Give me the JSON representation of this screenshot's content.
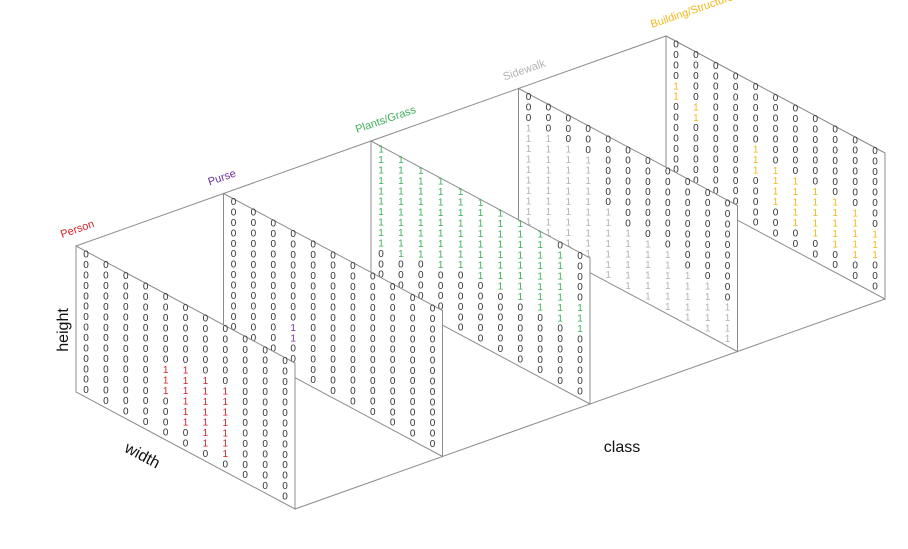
{
  "axes": {
    "height_label": "height",
    "width_label": "width",
    "class_label": "class"
  },
  "grid": {
    "rows": 14,
    "cols": 11
  },
  "colors": {
    "zero": "#333333",
    "edge": "#8c8c8c"
  },
  "classes": [
    {
      "name": "Person",
      "color": "#d9222a",
      "ones": [
        [
          6,
          5
        ],
        [
          6,
          6
        ],
        [
          6,
          7
        ],
        [
          7,
          4
        ],
        [
          7,
          5
        ],
        [
          7,
          6
        ],
        [
          7,
          7
        ],
        [
          8,
          4
        ],
        [
          8,
          5
        ],
        [
          8,
          6
        ],
        [
          8,
          7
        ],
        [
          9,
          4
        ],
        [
          9,
          5
        ],
        [
          9,
          6
        ],
        [
          9,
          7
        ],
        [
          10,
          5
        ],
        [
          10,
          6
        ],
        [
          10,
          7
        ],
        [
          11,
          5
        ],
        [
          11,
          6
        ],
        [
          11,
          7
        ],
        [
          12,
          6
        ],
        [
          12,
          7
        ]
      ]
    },
    {
      "name": "Purse",
      "color": "#7030a0",
      "ones": [
        [
          9,
          3
        ],
        [
          10,
          3
        ]
      ]
    },
    {
      "name": "Plants/Grass",
      "color": "#3cb058",
      "ones": [
        [
          0,
          0
        ],
        [
          0,
          1
        ],
        [
          0,
          2
        ],
        [
          0,
          3
        ],
        [
          0,
          4
        ],
        [
          0,
          5
        ],
        [
          0,
          6
        ],
        [
          0,
          7
        ],
        [
          0,
          8
        ],
        [
          1,
          0
        ],
        [
          1,
          1
        ],
        [
          1,
          2
        ],
        [
          1,
          3
        ],
        [
          1,
          4
        ],
        [
          1,
          5
        ],
        [
          1,
          6
        ],
        [
          1,
          7
        ],
        [
          1,
          8
        ],
        [
          1,
          9
        ],
        [
          2,
          0
        ],
        [
          2,
          1
        ],
        [
          2,
          2
        ],
        [
          2,
          3
        ],
        [
          2,
          4
        ],
        [
          2,
          5
        ],
        [
          2,
          6
        ],
        [
          2,
          7
        ],
        [
          2,
          8
        ],
        [
          2,
          9
        ],
        [
          3,
          0
        ],
        [
          3,
          1
        ],
        [
          3,
          2
        ],
        [
          3,
          3
        ],
        [
          3,
          4
        ],
        [
          3,
          5
        ],
        [
          3,
          6
        ],
        [
          3,
          7
        ],
        [
          3,
          8
        ],
        [
          3,
          9
        ],
        [
          4,
          0
        ],
        [
          4,
          1
        ],
        [
          4,
          2
        ],
        [
          4,
          3
        ],
        [
          4,
          4
        ],
        [
          4,
          5
        ],
        [
          4,
          6
        ],
        [
          4,
          7
        ],
        [
          4,
          8
        ],
        [
          4,
          9
        ],
        [
          5,
          0
        ],
        [
          5,
          1
        ],
        [
          5,
          2
        ],
        [
          5,
          3
        ],
        [
          5,
          4
        ],
        [
          5,
          5
        ],
        [
          5,
          6
        ],
        [
          5,
          7
        ],
        [
          5,
          8
        ],
        [
          5,
          9
        ],
        [
          5,
          10
        ],
        [
          6,
          0
        ],
        [
          6,
          1
        ],
        [
          6,
          2
        ],
        [
          6,
          3
        ],
        [
          6,
          4
        ],
        [
          6,
          5
        ],
        [
          6,
          6
        ],
        [
          6,
          7
        ],
        [
          6,
          8
        ],
        [
          6,
          9
        ],
        [
          6,
          10
        ],
        [
          7,
          0
        ],
        [
          7,
          1
        ],
        [
          7,
          2
        ],
        [
          7,
          3
        ],
        [
          7,
          4
        ],
        [
          7,
          5
        ],
        [
          7,
          6
        ],
        [
          7,
          7
        ],
        [
          7,
          8
        ],
        [
          7,
          9
        ],
        [
          7,
          10
        ],
        [
          8,
          0
        ],
        [
          8,
          1
        ],
        [
          8,
          2
        ],
        [
          8,
          3
        ],
        [
          9,
          0
        ],
        [
          9,
          1
        ]
      ]
    },
    {
      "name": "Sidewalk",
      "color": "#b3b3b3",
      "ones": [
        [
          3,
          0
        ],
        [
          3,
          1
        ],
        [
          3,
          2
        ],
        [
          3,
          3
        ],
        [
          4,
          0
        ],
        [
          4,
          1
        ],
        [
          4,
          2
        ],
        [
          4,
          3
        ],
        [
          5,
          0
        ],
        [
          5,
          1
        ],
        [
          5,
          2
        ],
        [
          5,
          3
        ],
        [
          6,
          0
        ],
        [
          6,
          1
        ],
        [
          6,
          2
        ],
        [
          6,
          3
        ],
        [
          7,
          0
        ],
        [
          7,
          1
        ],
        [
          7,
          2
        ],
        [
          7,
          3
        ],
        [
          7,
          4
        ],
        [
          8,
          0
        ],
        [
          8,
          1
        ],
        [
          8,
          2
        ],
        [
          8,
          3
        ],
        [
          8,
          4
        ],
        [
          8,
          5
        ],
        [
          8,
          6
        ],
        [
          8,
          7
        ],
        [
          9,
          0
        ],
        [
          9,
          1
        ],
        [
          9,
          2
        ],
        [
          9,
          3
        ],
        [
          9,
          4
        ],
        [
          9,
          5
        ],
        [
          9,
          6
        ],
        [
          9,
          7
        ],
        [
          9,
          8
        ],
        [
          9,
          9
        ],
        [
          10,
          0
        ],
        [
          10,
          1
        ],
        [
          10,
          2
        ],
        [
          10,
          3
        ],
        [
          10,
          4
        ],
        [
          10,
          5
        ],
        [
          10,
          6
        ],
        [
          10,
          7
        ],
        [
          10,
          8
        ],
        [
          10,
          9
        ],
        [
          10,
          10
        ],
        [
          11,
          0
        ],
        [
          11,
          1
        ],
        [
          11,
          2
        ],
        [
          11,
          3
        ],
        [
          11,
          4
        ],
        [
          11,
          5
        ],
        [
          11,
          6
        ],
        [
          11,
          7
        ],
        [
          11,
          8
        ],
        [
          11,
          9
        ],
        [
          11,
          10
        ],
        [
          12,
          0
        ],
        [
          12,
          1
        ],
        [
          12,
          2
        ],
        [
          12,
          3
        ],
        [
          12,
          4
        ],
        [
          12,
          5
        ],
        [
          12,
          6
        ],
        [
          12,
          7
        ],
        [
          12,
          8
        ],
        [
          12,
          9
        ],
        [
          12,
          10
        ],
        [
          13,
          0
        ],
        [
          13,
          1
        ],
        [
          13,
          2
        ],
        [
          13,
          3
        ],
        [
          13,
          4
        ],
        [
          13,
          5
        ],
        [
          13,
          6
        ],
        [
          13,
          7
        ],
        [
          13,
          8
        ],
        [
          13,
          9
        ],
        [
          13,
          10
        ]
      ]
    },
    {
      "name": "Building/Structures",
      "color": "#f2b81a",
      "ones": [
        [
          4,
          0
        ],
        [
          5,
          0
        ],
        [
          5,
          1
        ],
        [
          6,
          1
        ],
        [
          6,
          4
        ],
        [
          7,
          4
        ],
        [
          7,
          5
        ],
        [
          7,
          6
        ],
        [
          7,
          7
        ],
        [
          7,
          8
        ],
        [
          7,
          9
        ],
        [
          8,
          4
        ],
        [
          8,
          5
        ],
        [
          8,
          6
        ],
        [
          8,
          7
        ],
        [
          8,
          8
        ],
        [
          8,
          9
        ],
        [
          8,
          10
        ],
        [
          9,
          5
        ],
        [
          9,
          6
        ],
        [
          9,
          7
        ],
        [
          9,
          8
        ],
        [
          9,
          9
        ],
        [
          9,
          10
        ],
        [
          10,
          5
        ],
        [
          10,
          6
        ],
        [
          10,
          7
        ],
        [
          10,
          8
        ],
        [
          10,
          9
        ],
        [
          10,
          10
        ],
        [
          11,
          6
        ],
        [
          11,
          7
        ],
        [
          11,
          8
        ],
        [
          11,
          9
        ]
      ]
    }
  ]
}
